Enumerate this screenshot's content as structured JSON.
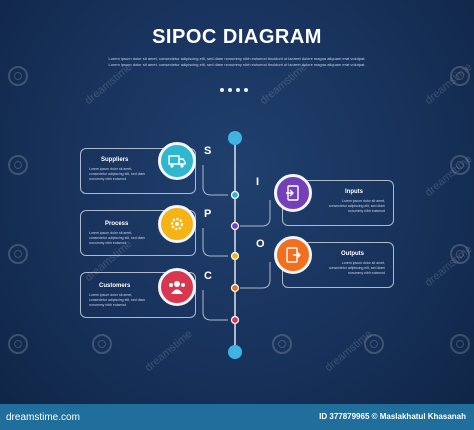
{
  "diagram": {
    "title": "SIPOC DIAGRAM",
    "subtitle": "Lorem ipsum dolor sit amet, consectetur adipiscing elit, sed diam nonummy nibh euismod tincidunt ut laoreet dolore magna aliquam erat volutpat. Lorem ipsum dolor sit amet, consectetur adipiscing elit, sed diam nonummy nibh euismod tincidunt ut laoreet dolore magna aliquam erat volutpat.",
    "steps": [
      {
        "letter": "S",
        "label": "Suppliers",
        "text": "Lorem ipsum dolor sit amet, consectetur adipiscing elit, sed diam nonummy nibh euismod",
        "color": "#2fb7cf",
        "node_color": "#2fb7cf",
        "icon": "truck-icon"
      },
      {
        "letter": "I",
        "label": "Inputs",
        "text": "Lorem ipsum dolor sit amet, consectetur adipiscing elit, sed diam nonummy nibh euismod",
        "color": "#7340b8",
        "node_color": "#7340b8",
        "icon": "document-icon"
      },
      {
        "letter": "P",
        "label": "Process",
        "text": "Lorem ipsum dolor sit amet, consectetur adipiscing elit, sed diam nonummy nibh euismod",
        "color": "#f5b316",
        "node_color": "#f5b316",
        "icon": "gear-icon"
      },
      {
        "letter": "O",
        "label": "Outputs",
        "text": "Lorem ipsum dolor sit amet, consectetur adipiscing elit, sed diam nonummy nibh euismod",
        "color": "#f36f1e",
        "node_color": "#f36f1e",
        "icon": "exit-door-icon"
      },
      {
        "letter": "C",
        "label": "Customers",
        "text": "Lorem ipsum dolor sit amet, consectetur adipiscing elit, sed diam nonummy nibh euismod",
        "color": "#d9364f",
        "node_color": "#d9364f",
        "icon": "people-icon"
      }
    ],
    "line_color": "#aeb9ca",
    "end_cap_color": "#3fb4e3"
  },
  "watermark": {
    "text": "dreamstime"
  },
  "footer": {
    "brand": "dreamstime.com",
    "id_text": "ID 377879965 © Maslakhatul Khasanah",
    "bg": "#1f6e9c"
  }
}
